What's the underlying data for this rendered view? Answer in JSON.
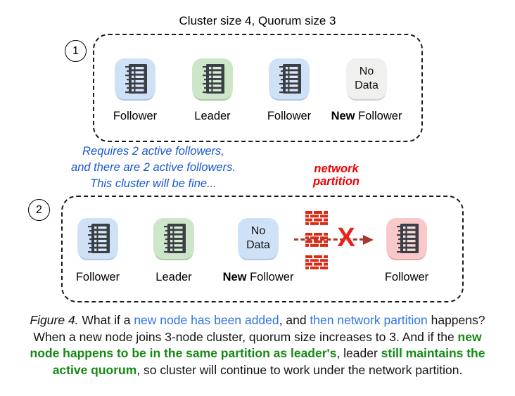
{
  "title": "Cluster size 4, Quorum size 3",
  "colors": {
    "node_blue": "#cfe1f7",
    "node_green": "#cde5c8",
    "node_gray": "#f0f0ee",
    "node_pink": "#f9c9c9",
    "notebook_dark": "#3a3f45",
    "annotation_blue": "#1b57d0",
    "annotation_red": "#ef0000",
    "brick_red": "#d92c17",
    "arrow_dark_red": "#a5392a",
    "x_red": "#e9211b",
    "caption_blue": "#2d74e7",
    "caption_green": "#148a14"
  },
  "scenario1": {
    "number": "1",
    "nodes": [
      {
        "label": [
          {
            "t": "Follower",
            "c": ""
          }
        ]
      },
      {
        "label": [
          {
            "t": "Leader",
            "c": ""
          }
        ]
      },
      {
        "label": [
          {
            "t": "Follower",
            "c": ""
          }
        ]
      },
      {
        "label": [
          {
            "t": "New",
            "c": "b"
          },
          {
            "t": " Follower",
            "c": ""
          }
        ],
        "box_text": [
          "No",
          "Data"
        ]
      }
    ]
  },
  "annotation_blue": {
    "lines": [
      "Requires 2 active followers,",
      "and there are 2 active followers.",
      "This cluster will be fine..."
    ]
  },
  "annotation_red": {
    "lines": [
      "network",
      "partition"
    ]
  },
  "scenario2": {
    "number": "2",
    "nodes": [
      {
        "label": [
          {
            "t": "Follower",
            "c": ""
          }
        ]
      },
      {
        "label": [
          {
            "t": "Leader",
            "c": ""
          }
        ]
      },
      {
        "label": [
          {
            "t": "New",
            "c": "b"
          },
          {
            "t": " Follower",
            "c": ""
          }
        ],
        "box_text": [
          "No",
          "Data"
        ]
      },
      {
        "label": [
          {
            "t": "Follower",
            "c": ""
          }
        ]
      }
    ],
    "x_mark": "X"
  },
  "caption": {
    "lines": [
      [
        {
          "t": "Figure 4.",
          "c": "it"
        },
        {
          "t": " What if a ",
          "c": ""
        },
        {
          "t": "new node has been added",
          "c": "bl"
        },
        {
          "t": ", and ",
          "c": ""
        },
        {
          "t": "then network partition",
          "c": "bl"
        },
        {
          "t": " happens?",
          "c": ""
        }
      ],
      [
        {
          "t": "When a new node joins 3-node cluster, quorum size increases to 3. And if the ",
          "c": ""
        },
        {
          "t": "new",
          "c": "gr"
        }
      ],
      [
        {
          "t": "node happens to be in the same partition as leader's",
          "c": "gr"
        },
        {
          "t": ", leader ",
          "c": ""
        },
        {
          "t": "still maintains the",
          "c": "gr"
        }
      ],
      [
        {
          "t": "active quorum",
          "c": "gr"
        },
        {
          "t": ", so cluster will continue to work under the network partition.",
          "c": ""
        }
      ]
    ]
  }
}
